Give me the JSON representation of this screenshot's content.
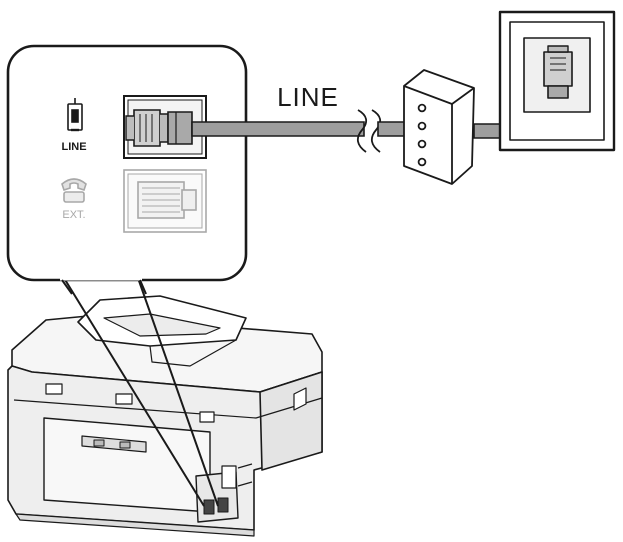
{
  "diagram": {
    "cable_label": "LINE",
    "ports": [
      {
        "id": "line",
        "label": "LINE",
        "icon": "phone-jack-icon",
        "state": "connected"
      },
      {
        "id": "ext",
        "label": "EXT.",
        "icon": "telephone-icon",
        "state": "empty"
      }
    ],
    "devices": [
      "printer",
      "phone-line-splitter",
      "wall-phone-jack"
    ],
    "colors": {
      "line": "#1a1a1a",
      "cable": "#9e9e9e",
      "cable_dark": "#6f6f6f",
      "dim": "#a8a8a8",
      "printer_fill": "#f2f2f2"
    }
  }
}
